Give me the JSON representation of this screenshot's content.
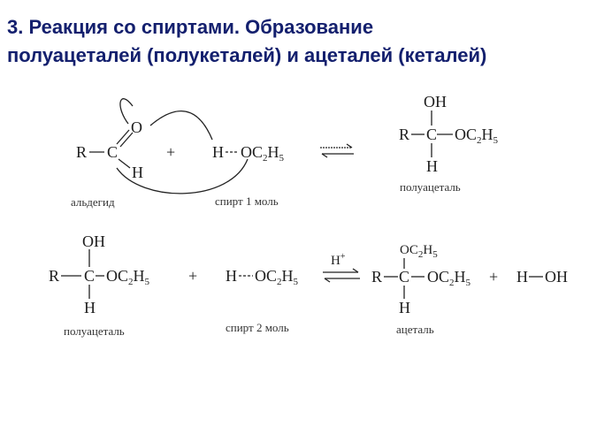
{
  "title": {
    "line1": "3. Реакция со спиртами. Образование",
    "line2": "полуацеталей (полукеталей) и ацеталей  (кеталей)"
  },
  "atoms": {
    "R": "R",
    "C": "C",
    "O": "O",
    "H": "H",
    "OH": "OH",
    "plus": "+",
    "HH": "H",
    "HOH_left": "H",
    "HOH_right": "OH"
  },
  "ethoxy": {
    "a": "OC",
    "b": "2",
    "c": "H",
    "d": "5"
  },
  "catalyst": {
    "text": "H",
    "sup": "+"
  },
  "labels": {
    "aldehyde": "альдегид",
    "alcohol1": "спирт  1 моль",
    "hemiacetal": "полуацеталь",
    "hemiacetal2": "полуацеталь",
    "alcohol2": "спирт   2 моль",
    "acetal": "ацеталь"
  }
}
